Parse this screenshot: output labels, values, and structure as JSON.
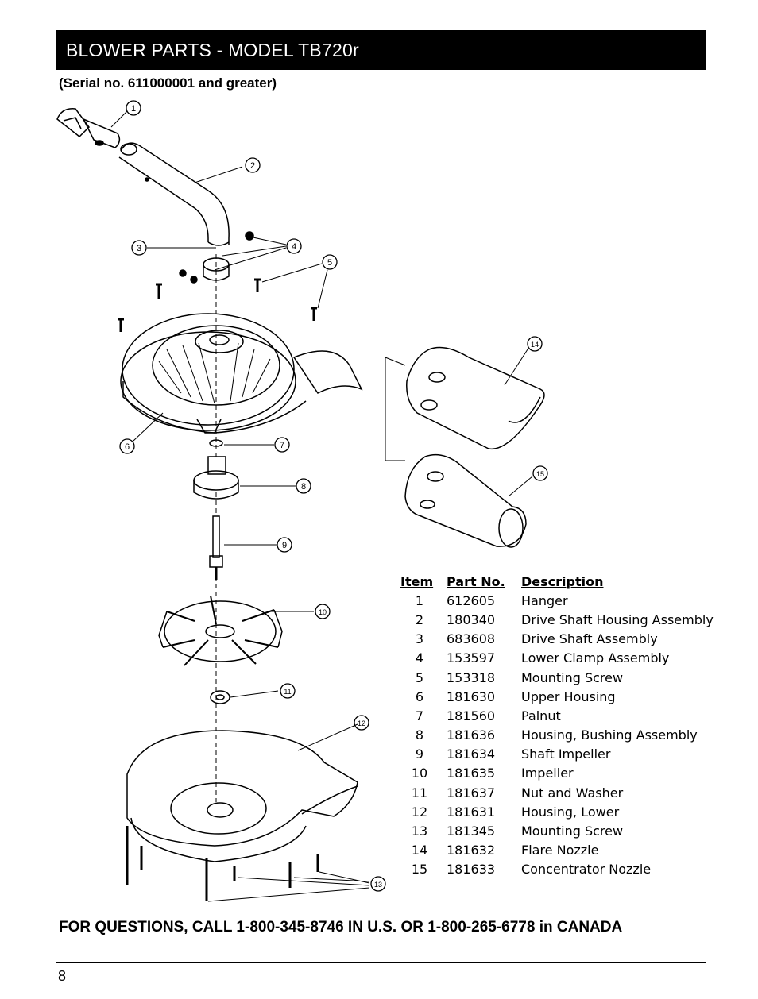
{
  "header": {
    "title": "BLOWER PARTS - MODEL TB720r"
  },
  "serial_note": "(Serial no. 611000001 and greater)",
  "callouts": [
    "1",
    "2",
    "3",
    "4",
    "5",
    "6",
    "7",
    "8",
    "9",
    "10",
    "11",
    "12",
    "13",
    "14",
    "15"
  ],
  "table": {
    "headers": {
      "item": "Item",
      "part": "Part No.",
      "desc": "Description"
    },
    "rows": [
      {
        "item": "1",
        "part": "612605",
        "desc": "Hanger"
      },
      {
        "item": "2",
        "part": "180340",
        "desc": "Drive Shaft Housing Assembly"
      },
      {
        "item": "3",
        "part": "683608",
        "desc": "Drive Shaft Assembly"
      },
      {
        "item": "4",
        "part": "153597",
        "desc": "Lower Clamp Assembly"
      },
      {
        "item": "5",
        "part": "153318",
        "desc": "Mounting Screw"
      },
      {
        "item": "6",
        "part": "181630",
        "desc": "Upper Housing"
      },
      {
        "item": "7",
        "part": "181560",
        "desc": "Palnut"
      },
      {
        "item": "8",
        "part": "181636",
        "desc": "Housing, Bushing Assembly"
      },
      {
        "item": "9",
        "part": "181634",
        "desc": "Shaft Impeller"
      },
      {
        "item": "10",
        "part": "181635",
        "desc": "Impeller"
      },
      {
        "item": "11",
        "part": "181637",
        "desc": "Nut and Washer"
      },
      {
        "item": "12",
        "part": "181631",
        "desc": "Housing, Lower"
      },
      {
        "item": "13",
        "part": "181345",
        "desc": "Mounting Screw"
      },
      {
        "item": "14",
        "part": "181632",
        "desc": "Flare Nozzle"
      },
      {
        "item": "15",
        "part": "181633",
        "desc": "Concentrator Nozzle"
      }
    ]
  },
  "footer": {
    "contact": "FOR QUESTIONS, CALL 1-800-345-8746 IN U.S. OR 1-800-265-6778 in CANADA"
  },
  "page_number": "8"
}
